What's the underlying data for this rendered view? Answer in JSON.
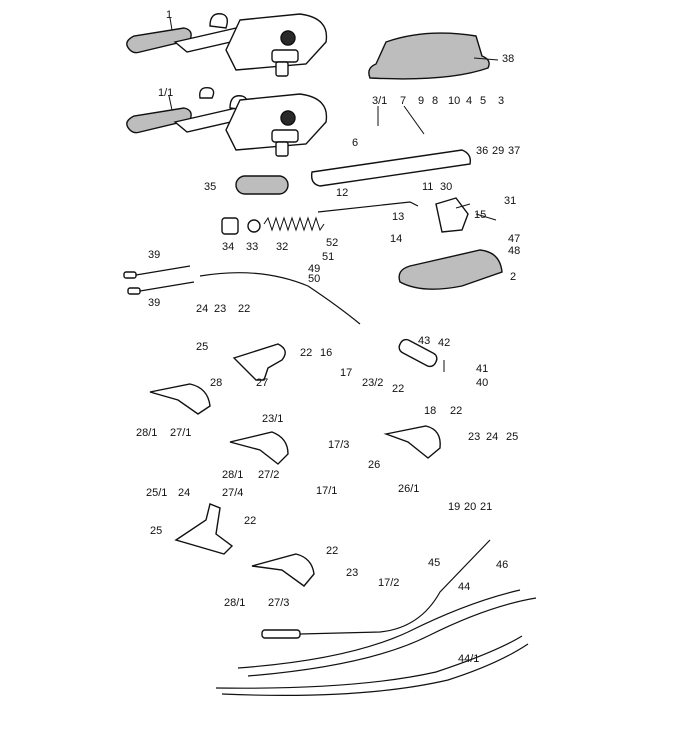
{
  "labels": [
    {
      "id": "1"
    },
    {
      "id": "1/1"
    },
    {
      "id": "38"
    },
    {
      "id": "3/1"
    },
    {
      "id": "7"
    },
    {
      "id": "9"
    },
    {
      "id": "8"
    },
    {
      "id": "10"
    },
    {
      "id": "4"
    },
    {
      "id": "5"
    },
    {
      "id": "3"
    },
    {
      "id": "6"
    },
    {
      "id": "36"
    },
    {
      "id": "29"
    },
    {
      "id": "37"
    },
    {
      "id": "35"
    },
    {
      "id": "11"
    },
    {
      "id": "30"
    },
    {
      "id": "31"
    },
    {
      "id": "12"
    },
    {
      "id": "13"
    },
    {
      "id": "15"
    },
    {
      "id": "34"
    },
    {
      "id": "33"
    },
    {
      "id": "32"
    },
    {
      "id": "14"
    },
    {
      "id": "47"
    },
    {
      "id": "48"
    },
    {
      "id": "52"
    },
    {
      "id": "51"
    },
    {
      "id": "49"
    },
    {
      "id": "50"
    },
    {
      "id": "2"
    },
    {
      "id": "39"
    },
    {
      "id": "39"
    },
    {
      "id": "24"
    },
    {
      "id": "23"
    },
    {
      "id": "22"
    },
    {
      "id": "25"
    },
    {
      "id": "43"
    },
    {
      "id": "42"
    },
    {
      "id": "41"
    },
    {
      "id": "40"
    },
    {
      "id": "28"
    },
    {
      "id": "27"
    },
    {
      "id": "22"
    },
    {
      "id": "16"
    },
    {
      "id": "17"
    },
    {
      "id": "23/2"
    },
    {
      "id": "22"
    },
    {
      "id": "28/1"
    },
    {
      "id": "27/1"
    },
    {
      "id": "23/1"
    },
    {
      "id": "17/3"
    },
    {
      "id": "18"
    },
    {
      "id": "22"
    },
    {
      "id": "23"
    },
    {
      "id": "24"
    },
    {
      "id": "25"
    },
    {
      "id": "26"
    },
    {
      "id": "28/1"
    },
    {
      "id": "27/2"
    },
    {
      "id": "17/1"
    },
    {
      "id": "26/1"
    },
    {
      "id": "19"
    },
    {
      "id": "20"
    },
    {
      "id": "21"
    },
    {
      "id": "25/1"
    },
    {
      "id": "24"
    },
    {
      "id": "27/4"
    },
    {
      "id": "25"
    },
    {
      "id": "22"
    },
    {
      "id": "22"
    },
    {
      "id": "23"
    },
    {
      "id": "17/2"
    },
    {
      "id": "45"
    },
    {
      "id": "46"
    },
    {
      "id": "44"
    },
    {
      "id": "28/1"
    },
    {
      "id": "27/3"
    },
    {
      "id": "44/1"
    }
  ]
}
